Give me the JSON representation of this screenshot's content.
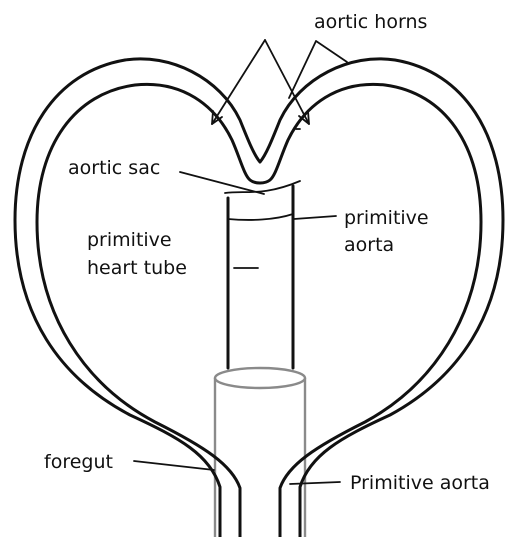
{
  "labels": {
    "aortic_horns": "aortic horns",
    "aortic_sac": "aortic sac",
    "primitive_aorta_line1": "primitive",
    "primitive_aorta_line2": "aorta",
    "primitive_heart_tube_line1": "primitive",
    "primitive_heart_tube_line2": "heart tube",
    "foregut": "foregut",
    "primitive_aorta_lower": "Primitive aorta"
  },
  "colors": {
    "line": "#111111",
    "foregut_outline": "#8a8a8a",
    "background": "#ffffff"
  }
}
